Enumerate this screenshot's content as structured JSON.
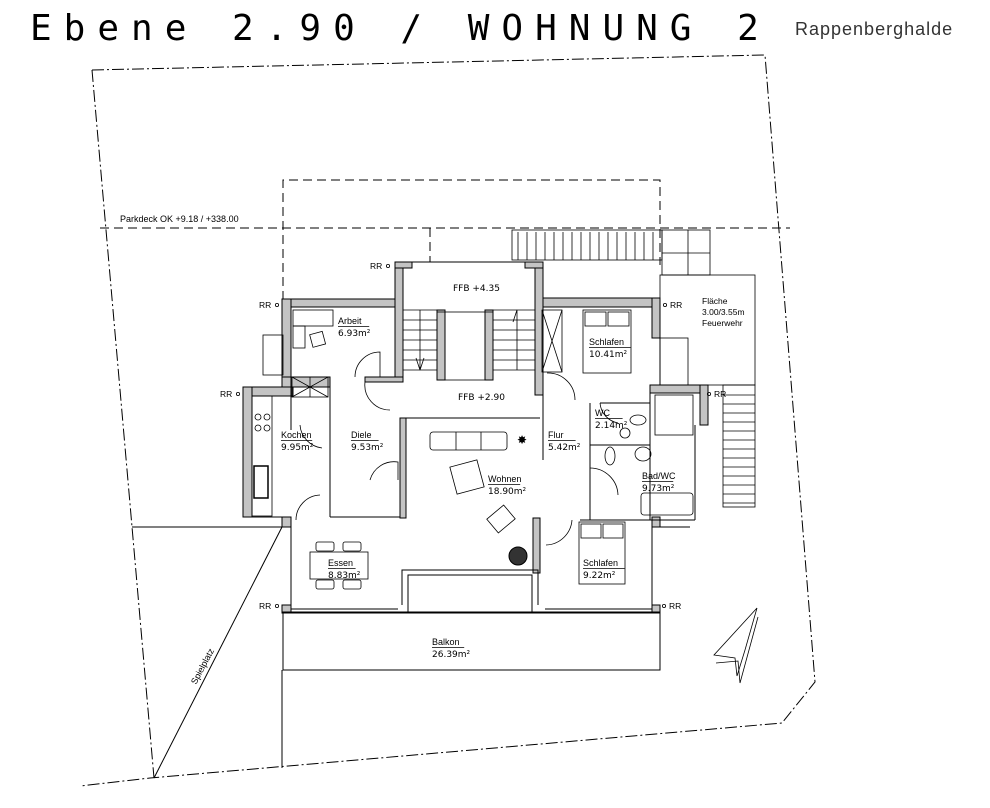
{
  "header": {
    "title": "Ebene 2.90 / WOHNUNG 2",
    "subtitle": "Rappenberghalde"
  },
  "annotations": {
    "parkdeck": "Parkdeck OK +9.18 / +338.00",
    "ffb_upper": "FFB +4.35",
    "ffb_lower": "FFB +2.90",
    "rr": "RR",
    "flaeche": [
      "Fläche",
      "3.00/3.55m",
      "Feuerwehr"
    ],
    "spielplatz": "Spielplatz"
  },
  "rooms": [
    {
      "name": "Arbeit",
      "area": "6.93m²"
    },
    {
      "name": "Kochen",
      "area": "9.95m²"
    },
    {
      "name": "Diele",
      "area": "9.53m²"
    },
    {
      "name": "Wohnen",
      "area": "18.90m²"
    },
    {
      "name": "Flur",
      "area": "5.42m²"
    },
    {
      "name": "WC",
      "area": "2.14m²"
    },
    {
      "name": "Schlafen",
      "area": "10.41m²"
    },
    {
      "name": "Bad/WC",
      "area": "9.73m²"
    },
    {
      "name": "Schlafen",
      "area": "9.22m²"
    },
    {
      "name": "Essen",
      "area": "8.83m²"
    },
    {
      "name": "Balkon",
      "area": "26.39m²"
    }
  ]
}
